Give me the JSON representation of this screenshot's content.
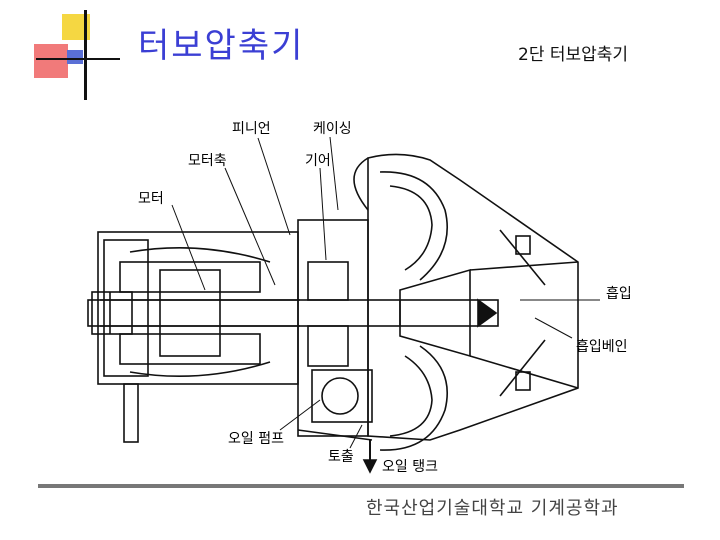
{
  "slide": {
    "title": "터보압축기",
    "subtitle": "2단 터보압축기",
    "footer": "한국산업기술대학교  기계공학과"
  },
  "diagram": {
    "labels": {
      "pinion": "피니언",
      "casing": "케이싱",
      "motor_shaft": "모터축",
      "gear": "기어",
      "motor": "모터",
      "suction": "흡입",
      "suction_vane": "흡입베인",
      "oil_pump": "오일 펌프",
      "discharge": "토출",
      "oil_tank": "오일 탱크"
    }
  },
  "colors": {
    "title": "#3b3fd4",
    "accent_yellow": "#f5d742",
    "accent_red": "#ef6b6b",
    "accent_blue": "#5a6fd6"
  }
}
